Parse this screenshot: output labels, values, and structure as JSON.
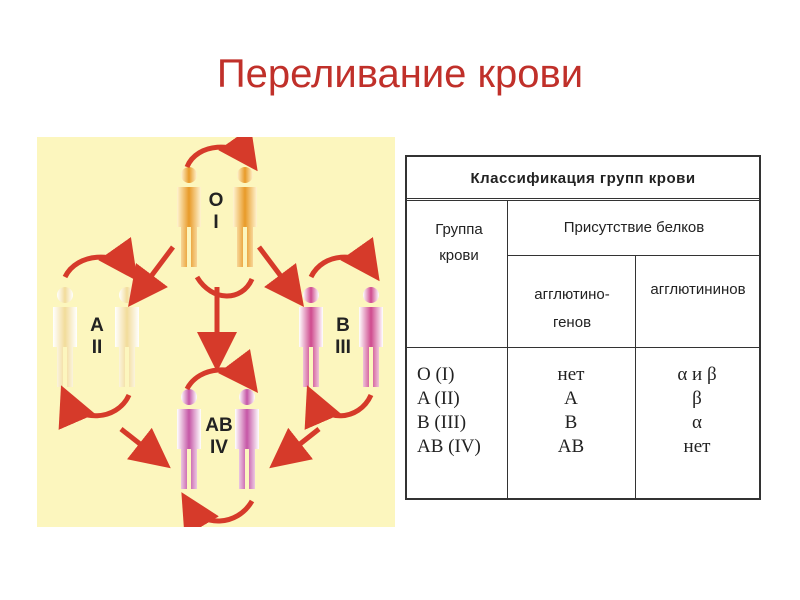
{
  "title": "Переливание крови",
  "diagram": {
    "groups": [
      {
        "letter": "O",
        "roman": "I",
        "color": "#e8a030"
      },
      {
        "letter": "A",
        "roman": "II",
        "color": "#f0d890"
      },
      {
        "letter": "B",
        "roman": "III",
        "color": "#d05090"
      },
      {
        "letter": "AB",
        "roman": "IV",
        "color": "#c050a0"
      }
    ],
    "background": "#fcf6be",
    "arrow_color": "#d63a2a"
  },
  "table": {
    "title": "Классификация групп крови",
    "col_group_header": "Группа\nкрови",
    "col_proteins_header": "Присутствие белков",
    "col_agglutinogens_header": "агглютино-\nгенов",
    "col_agglutinins_header": "агглютининов",
    "groups": [
      "O (I)",
      "A (II)",
      "B (III)",
      "AB (IV)"
    ],
    "agglutinogens": [
      "нет",
      "A",
      "B",
      "AB"
    ],
    "agglutinins": [
      "α и β",
      "β",
      "α",
      "нет"
    ]
  }
}
